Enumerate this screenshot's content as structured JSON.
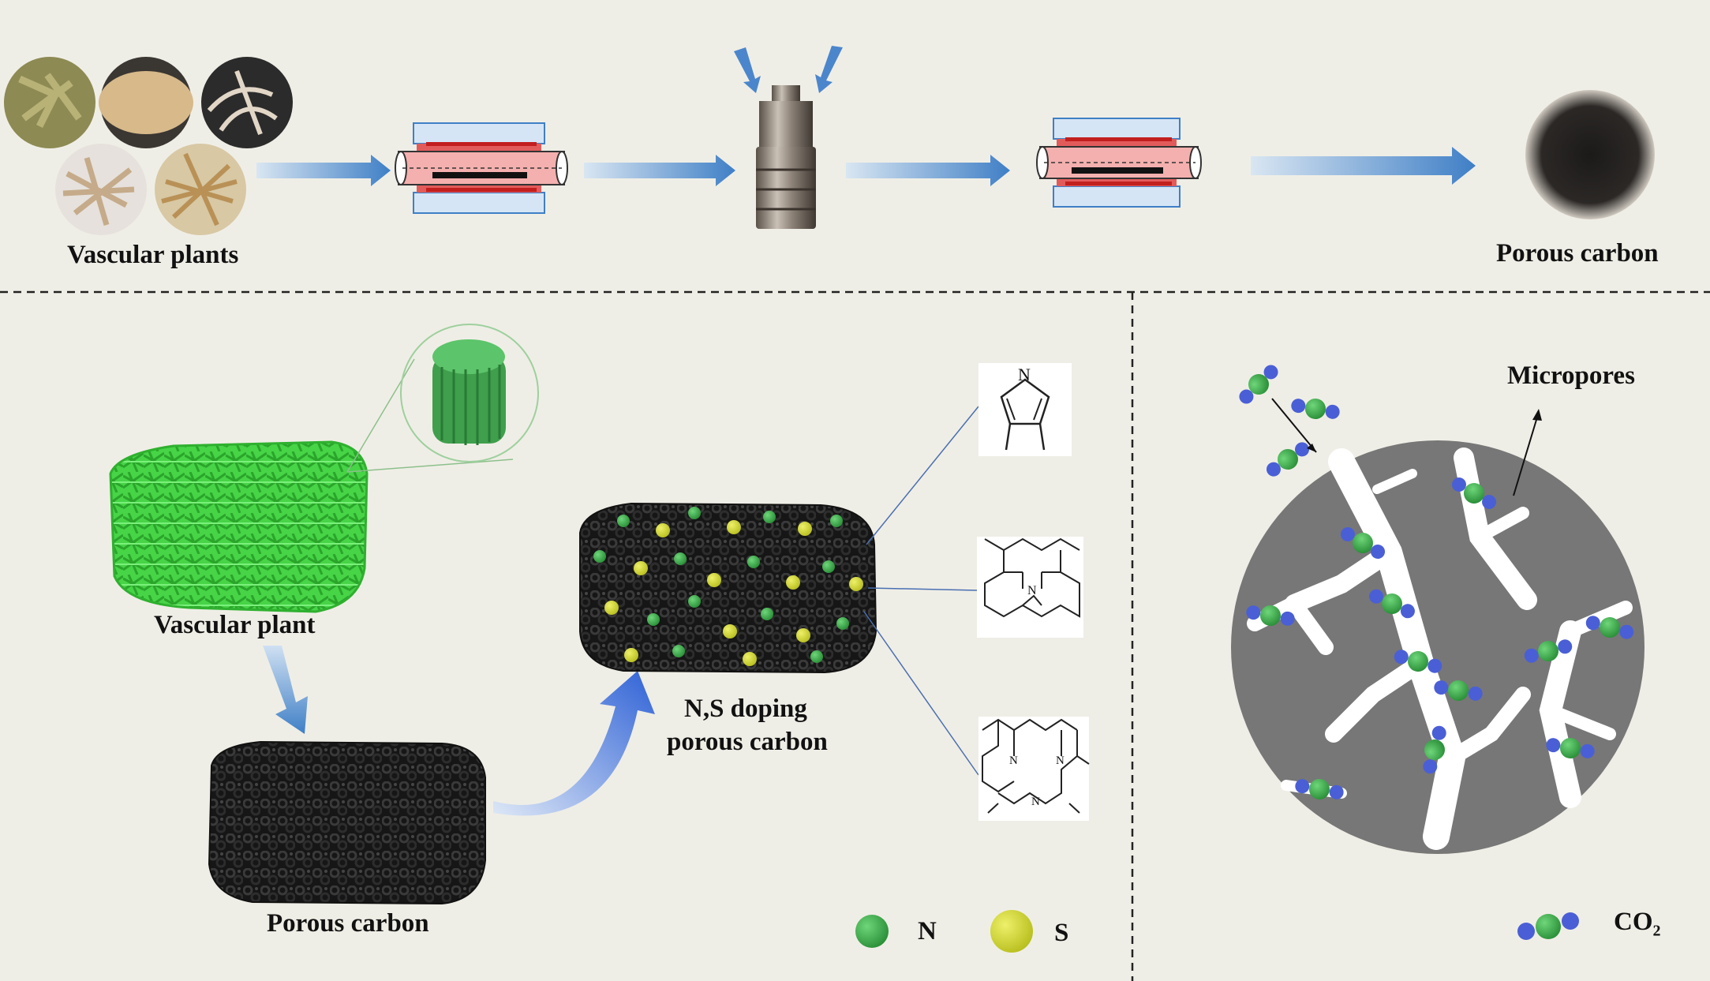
{
  "top_process": {
    "start_label": "Vascular plants",
    "end_label": "Porous carbon"
  },
  "bottom_left": {
    "plant_label": "Vascular plant",
    "porous_carbon_label": "Porous carbon",
    "doped_label_line1": "N,S doping",
    "doped_label_line2": "porous carbon",
    "legend": [
      {
        "symbol": "N",
        "color": "#3bab48"
      },
      {
        "symbol": "S",
        "color": "#d4dc2a"
      }
    ],
    "structure_atom": "N"
  },
  "bottom_right": {
    "micropores_label": "Micropores",
    "co2_label": "CO",
    "co2_subscript": "2"
  },
  "colors": {
    "background": "#efeee6",
    "arrow_blue": "#4b86cc",
    "plant_green": "#47d447",
    "carbon_black": "#1a1a1a",
    "pore_gray": "#777777",
    "co2_carbon": "#2e9e45",
    "co2_oxygen": "#4a5fd6"
  }
}
